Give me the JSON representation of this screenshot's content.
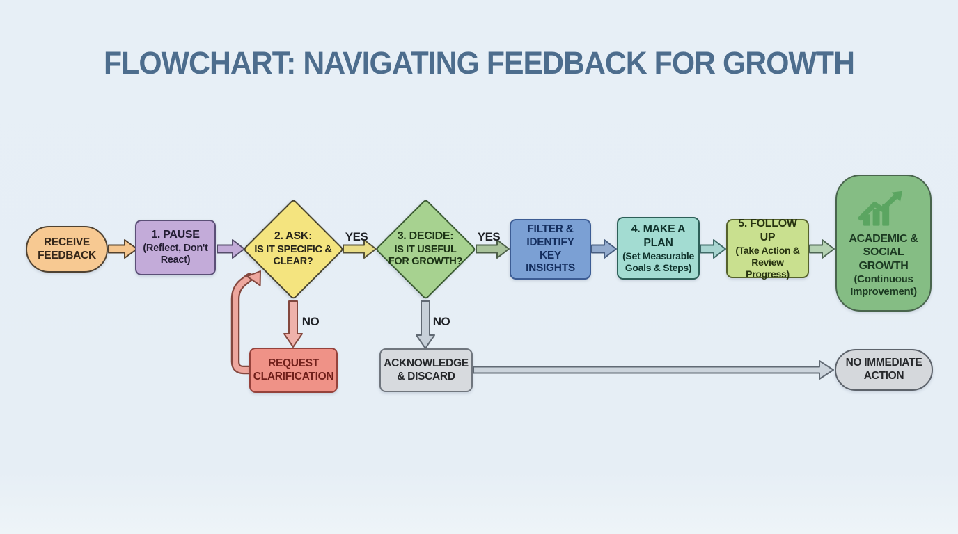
{
  "title": "FLOWCHART: NAVIGATING FEEDBACK FOR GROWTH",
  "title_color": "#4d6d8d",
  "background_color": "#e7eff6",
  "nodes": {
    "receive": {
      "title": "RECEIVE FEEDBACK",
      "fill": "#f7c992",
      "stroke": "#4f4232",
      "text": "#35271a"
    },
    "pause": {
      "title": "1. PAUSE",
      "subtitle": "(Reflect, Don't React)",
      "fill": "#c3abd9",
      "stroke": "#5b4f77",
      "text": "#241d33"
    },
    "ask": {
      "title": "2. ASK:",
      "subtitle": "IS IT SPECIFIC & CLEAR?",
      "fill": "#f4e47f",
      "stroke": "#4a4530",
      "text": "#26241a"
    },
    "decide": {
      "title": "3. DECIDE:",
      "subtitle": "IS IT USEFUL FOR GROWTH?",
      "fill": "#a7d290",
      "stroke": "#3c5c33",
      "text": "#1c3315"
    },
    "filter": {
      "title": "FILTER & IDENTIFY KEY INSIGHTS",
      "fill": "#7ba0d4",
      "stroke": "#3c5c94",
      "text": "#142e5e"
    },
    "plan": {
      "title": "4. MAKE A PLAN",
      "subtitle": "(Set Measurable Goals & Steps)",
      "fill": "#a3dcd2",
      "stroke": "#2d5f58",
      "text": "#10332c"
    },
    "followup": {
      "title": "5. FOLLOW UP",
      "subtitle": "(Take Action & Review Progress)",
      "fill": "#c9e08f",
      "stroke": "#55622c",
      "text": "#273310"
    },
    "growth": {
      "title": "ACADEMIC & SOCIAL GROWTH",
      "subtitle": "(Continuous Improvement)",
      "fill": "#85bd84",
      "stroke": "#49654d",
      "text": "#1c3a22",
      "icon": "#58a45f"
    },
    "clarify": {
      "title": "REQUEST CLARIFICATION",
      "fill": "#ef9287",
      "stroke": "#96423b",
      "text": "#701f1a"
    },
    "discard": {
      "title": "ACKNOWLEDGE & DISCARD",
      "fill": "#d7dade",
      "stroke": "#70767e",
      "text": "#26282b"
    },
    "noaction": {
      "title": "NO IMMEDIATE ACTION",
      "fill": "#d5d8dc",
      "stroke": "#5d636b",
      "text": "#26282b"
    }
  },
  "edges": {
    "yes_ask_decide": {
      "label": "YES"
    },
    "yes_decide_filter": {
      "label": "YES"
    },
    "no_ask_clarify": {
      "label": "NO"
    },
    "no_decide_discard": {
      "label": "NO"
    }
  },
  "arrows": {
    "receive_pause": {
      "fill": "#f5c68f",
      "stroke": "#54422e"
    },
    "pause_ask": {
      "fill": "#c2abd8",
      "stroke": "#554d6b"
    },
    "ask_decide": {
      "fill": "#e9dd87",
      "stroke": "#555138"
    },
    "decide_filter": {
      "fill": "#a9c39b",
      "stroke": "#4c5f48"
    },
    "filter_plan": {
      "fill": "#93abce",
      "stroke": "#475d80"
    },
    "plan_followup": {
      "fill": "#a8d5d1",
      "stroke": "#3f6b68"
    },
    "followup_growth": {
      "fill": "#b5d2b3",
      "stroke": "#4e6654"
    },
    "discard_noaction": {
      "fill": "#ccd4dc",
      "stroke": "#616a74"
    },
    "ask_clarify": {
      "fill": "#efb2ab",
      "stroke": "#84483f"
    },
    "decide_discard": {
      "fill": "#c7d0d9",
      "stroke": "#616a74"
    },
    "clarify_ask_loop": {
      "fill": "#eda79e",
      "stroke": "#84483f"
    }
  }
}
